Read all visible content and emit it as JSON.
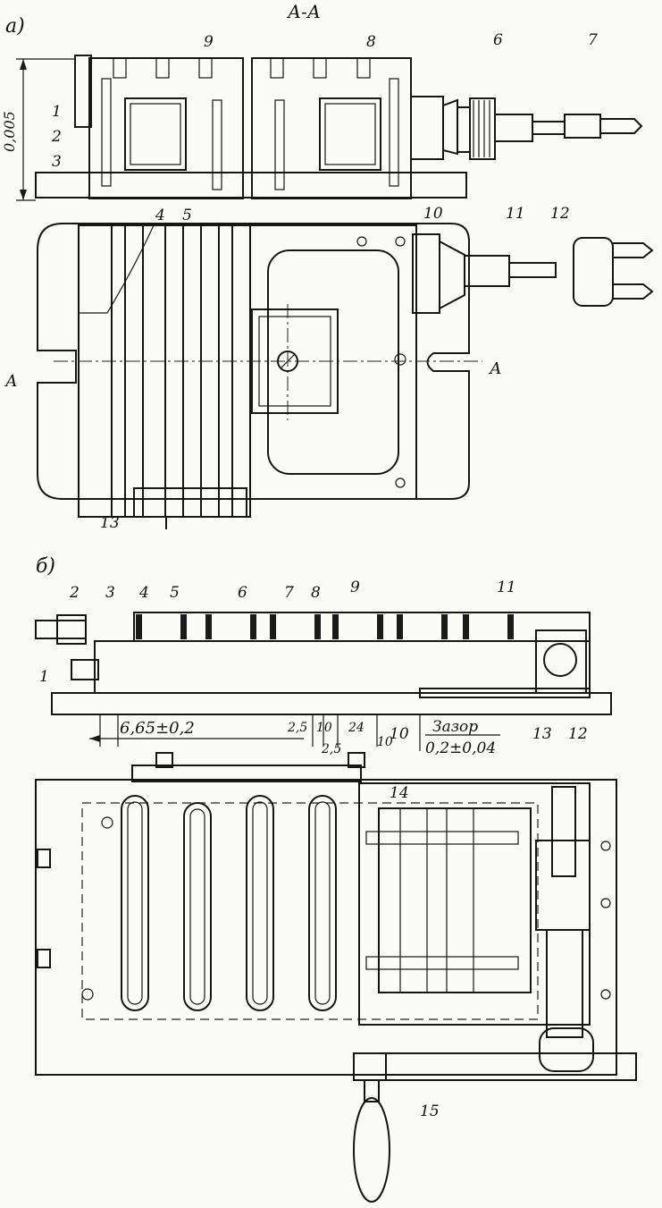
{
  "figure_a": {
    "panel_label": "а)",
    "section_title": "А-А",
    "dimension_height": "0,005",
    "section_mark": "А",
    "callouts": [
      "1",
      "2",
      "3",
      "4",
      "5",
      "6",
      "7",
      "8",
      "9",
      "10",
      "11",
      "12",
      "13"
    ]
  },
  "figure_b": {
    "panel_label": "б)",
    "callouts": [
      "1",
      "2",
      "3",
      "4",
      "5",
      "6",
      "7",
      "8",
      "9",
      "10",
      "11",
      "12",
      "13",
      "14",
      "15"
    ],
    "dimensions": {
      "d1": "6,65±0,2",
      "d2": "2,5",
      "d3": "10",
      "d4": "24",
      "d5": "10",
      "d6": "2,5",
      "gap_label": "Зазор",
      "gap_value": "0,2±0,04"
    }
  }
}
